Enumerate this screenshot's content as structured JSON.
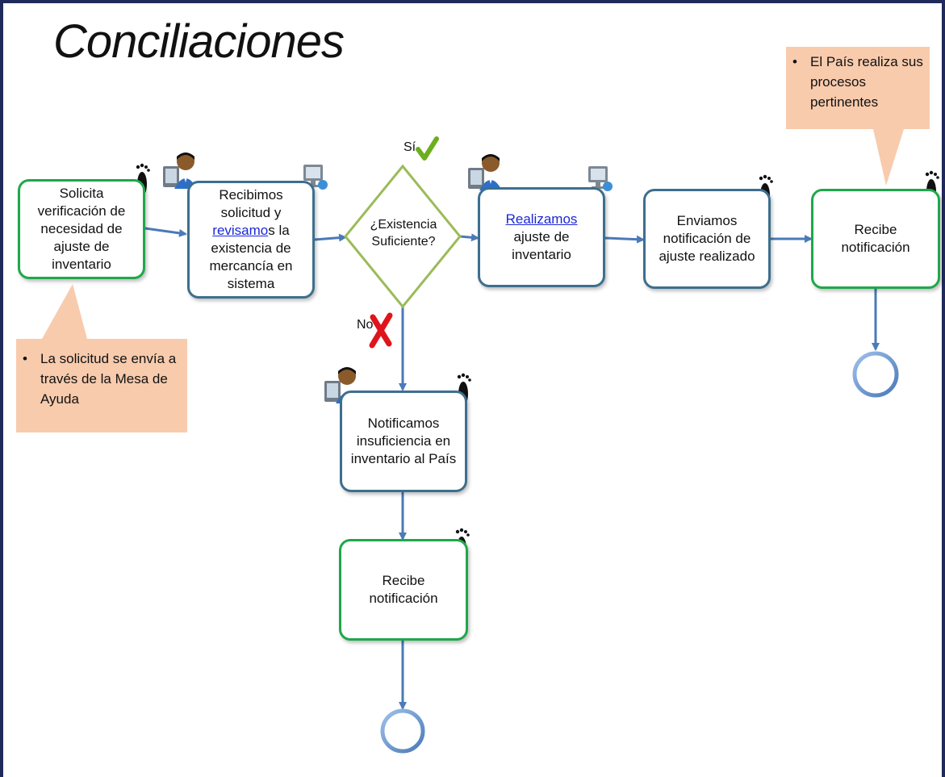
{
  "title": "Conciliaciones",
  "steps": {
    "solicita": "Solicita verificación de necesidad de ajuste de inventario",
    "recibimos_pre": "Recibimos solicitud y ",
    "recibimos_link": "revisamo",
    "recibimos_post": "s la existencia de mercancía en sistema",
    "decision": "¿Existencia Suficiente?",
    "realizamos_link": "Realizamos",
    "realizamos_post": " ajuste de inventario",
    "enviamos": "Enviamos notificación de ajuste realizado",
    "recibe_right": "Recibe notificación",
    "notificamos": "Notificamos insuficiencia en inventario al País",
    "recibe_bottom": "Recibe notificación"
  },
  "labels": {
    "yes": "Sí",
    "no": "No"
  },
  "notes": {
    "left": "La solicitud se envía a través de la Mesa de Ayuda",
    "right": "El País realiza sus procesos pertinentes"
  },
  "colors": {
    "green_border": "#1ea84a",
    "blue_border": "#3d6f8e",
    "arrow": "#4a7ab8",
    "note_fill": "#f8cbad",
    "diamond": "#9bbb59",
    "link": "#1a28d4"
  },
  "icons": [
    "footprint-icon",
    "person-computer-icon",
    "computer-icon",
    "check-icon",
    "x-icon",
    "end-circle-icon"
  ]
}
